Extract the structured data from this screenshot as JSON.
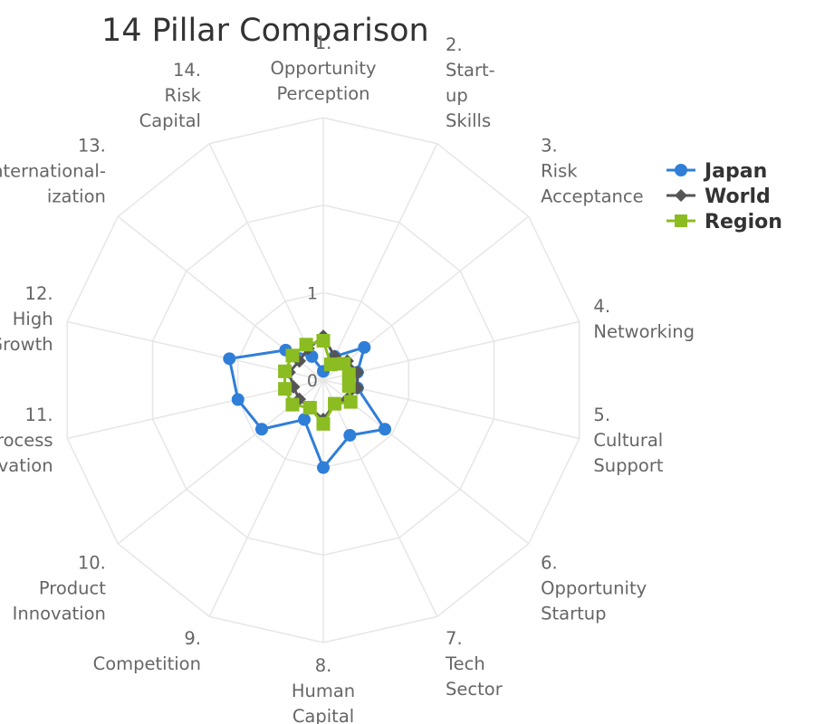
{
  "chart_data": {
    "type": "radar",
    "title": "14 Pillar Comparison",
    "categories": [
      [
        "1.",
        "Opportunity",
        "Perception"
      ],
      [
        "2.",
        "Start-",
        "up",
        "Skills"
      ],
      [
        "3.",
        "Risk",
        "Acceptance"
      ],
      [
        "4.",
        "Networking"
      ],
      [
        "5.",
        "Cultural",
        "Support"
      ],
      [
        "6.",
        "Opportunity",
        "Startup"
      ],
      [
        "7.",
        "Tech",
        "Sector"
      ],
      [
        "8.",
        "Human",
        "Capital"
      ],
      [
        "9.",
        "Competition"
      ],
      [
        "10.",
        "Product",
        "Innovation"
      ],
      [
        "11.",
        "Process",
        "Innovation"
      ],
      [
        "12.",
        "High",
        "Growth"
      ],
      [
        "13.",
        "International-",
        "ization"
      ],
      [
        "14.",
        "Risk",
        "Capital"
      ]
    ],
    "radial_ticks": [
      0,
      1
    ],
    "rmax": 3,
    "grid": true,
    "legend_position": "top-right",
    "series": [
      {
        "name": "Japan",
        "color": "#2f7ed8",
        "marker": "circle",
        "values": [
          0.1,
          0.3,
          0.6,
          0.4,
          0.4,
          0.9,
          0.7,
          1.0,
          0.5,
          0.9,
          1.0,
          1.1,
          0.55,
          0.3
        ]
      },
      {
        "name": "World",
        "color": "#555555",
        "marker": "diamond",
        "values": [
          0.5,
          0.3,
          0.35,
          0.4,
          0.4,
          0.35,
          0.3,
          0.45,
          0.35,
          0.35,
          0.35,
          0.4,
          0.35,
          0.4
        ]
      },
      {
        "name": "Region",
        "color": "#8bbc21",
        "marker": "square",
        "values": [
          0.45,
          0.2,
          0.3,
          0.3,
          0.3,
          0.4,
          0.3,
          0.5,
          0.35,
          0.45,
          0.45,
          0.45,
          0.45,
          0.45
        ]
      }
    ]
  }
}
